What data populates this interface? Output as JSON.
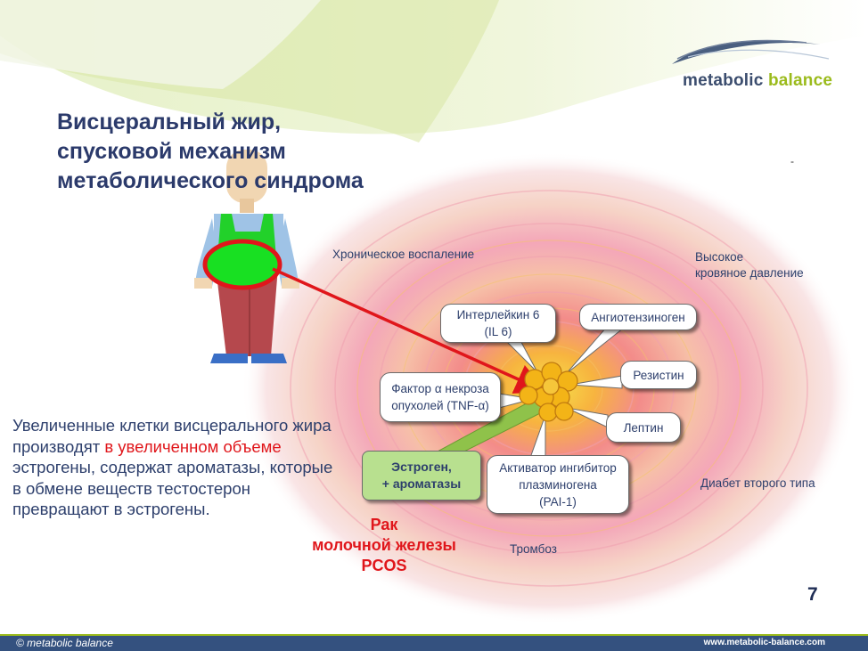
{
  "logo": {
    "brand_main": "metabolic ",
    "brand_accent": "balance",
    "accent_color": "#9bbb1c",
    "brand_color": "#3b4d6e"
  },
  "title": {
    "line1": "Висцеральный жир,",
    "line2": "спусковой механизм",
    "line3": "метаболического синдрома"
  },
  "outer_labels": {
    "chronic_inflammation": "Хроническое воспаление",
    "high_bp_line1": "Высокое",
    "high_bp_line2": "кровяное давление",
    "diabetes": "Диабет второго типа",
    "thrombosis": "Тромбоз"
  },
  "bubbles": {
    "il6_line1": "Интерлейкин 6",
    "il6_line2": "(IL 6)",
    "angiotensinogen": "Ангиотензиноген",
    "resistin": "Резистин",
    "tnf_line1": "Фактор α некроза",
    "tnf_line2": "опухолей (TNF-α)",
    "leptin": "Лептин",
    "pai_line1": "Активатор ингибитор",
    "pai_line2": "плазминогена",
    "pai_line3": "(PAI-1)"
  },
  "estrogen_box": {
    "line1": "Эстроген,",
    "line2": "+ ароматазы"
  },
  "description": {
    "part1": "Увеличенные клетки висцерального жира производят ",
    "highlight": "в увеличенном объеме",
    "part2": " эстрогены, содержат ароматазы, которые в обмене веществ тестостерон превращают в эстрогены."
  },
  "cancer_label": {
    "line1": "Рак",
    "line2": "молочной железы",
    "line3": "PCOS"
  },
  "page_number": "7",
  "footer": {
    "left": "© metabolic balance",
    "right": "www.metabolic-balance.com"
  },
  "colors": {
    "title": "#2b3a6b",
    "highlight_red": "#e0161b",
    "arrow_red": "#e0161b",
    "estrogen_green": "#b8e08f",
    "footer_bg": "#34517f"
  }
}
